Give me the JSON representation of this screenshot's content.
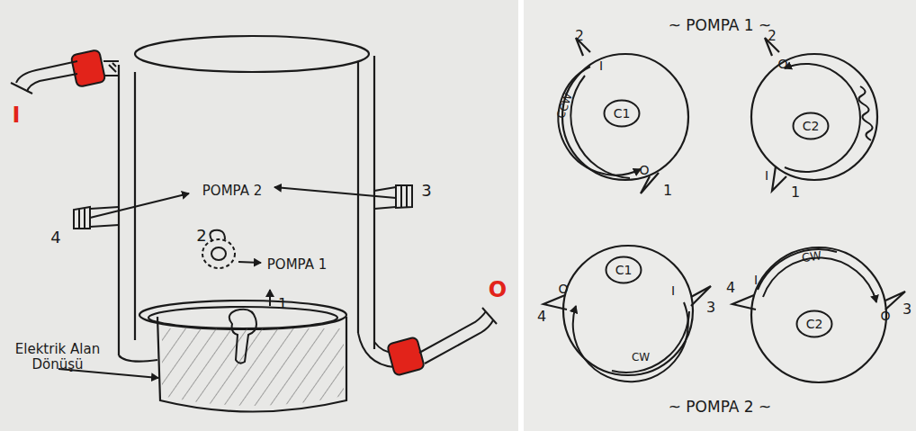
{
  "diagram": {
    "nodes": [
      {
        "text": [
          "C1"
        ]
      },
      {
        "text": [
          "C2"
        ]
      },
      {
        "text": [
          "C1"
        ]
      },
      {
        "text": [
          "C2"
        ]
      }
    ],
    "labels": [
      "I",
      "POMPA 2",
      "4",
      "3",
      "2",
      "POMPA 1",
      "1",
      "Elektrik Alan Dönüşü",
      "O",
      "~ POMPA 1 ~",
      "2",
      "I",
      "CCW",
      "O",
      "1",
      "2",
      "O",
      "I",
      "1",
      "4",
      "O",
      "I",
      "3",
      "CW",
      "CW",
      "4",
      "I",
      "O",
      "3",
      "~ POMPA 2 ~"
    ]
  }
}
